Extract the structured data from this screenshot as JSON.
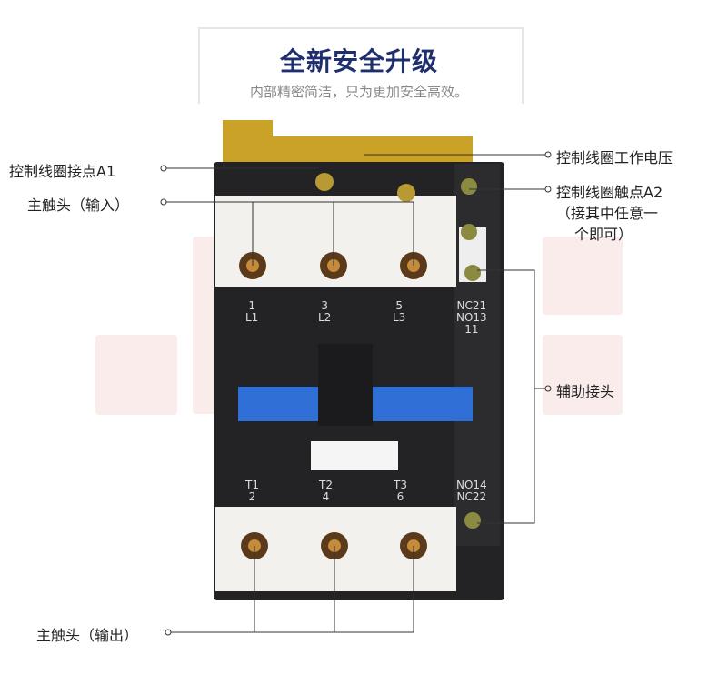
{
  "header": {
    "title": "全新安全升级",
    "subtitle": "内部精密简洁，只为更加安全高效。"
  },
  "callouts": {
    "coil_a1": "控制线圈接点A1",
    "main_input": "主触头（输入）",
    "coil_voltage": "控制线圈工作电压",
    "coil_a2": "控制线圈触点A2",
    "coil_a2_note_1": "（接其中任意一",
    "coil_a2_note_2": "个即可）",
    "aux": "辅助接头",
    "main_output": "主触头（输出）"
  },
  "markings": {
    "top": [
      {
        "n": "1",
        "l": "L1"
      },
      {
        "n": "3",
        "l": "L2"
      },
      {
        "n": "5",
        "l": "L3"
      }
    ],
    "top_aux": [
      "NC21",
      "NO13",
      "11"
    ],
    "bottom": [
      {
        "l": "T1",
        "n": "2"
      },
      {
        "l": "T2",
        "n": "4"
      },
      {
        "l": "T3",
        "n": "6"
      }
    ],
    "bottom_aux": [
      "NO14",
      "NC22"
    ]
  },
  "colors": {
    "title": "#1f2f6e",
    "body": "#2a2a2c",
    "actuator": "#2f6fd6"
  }
}
